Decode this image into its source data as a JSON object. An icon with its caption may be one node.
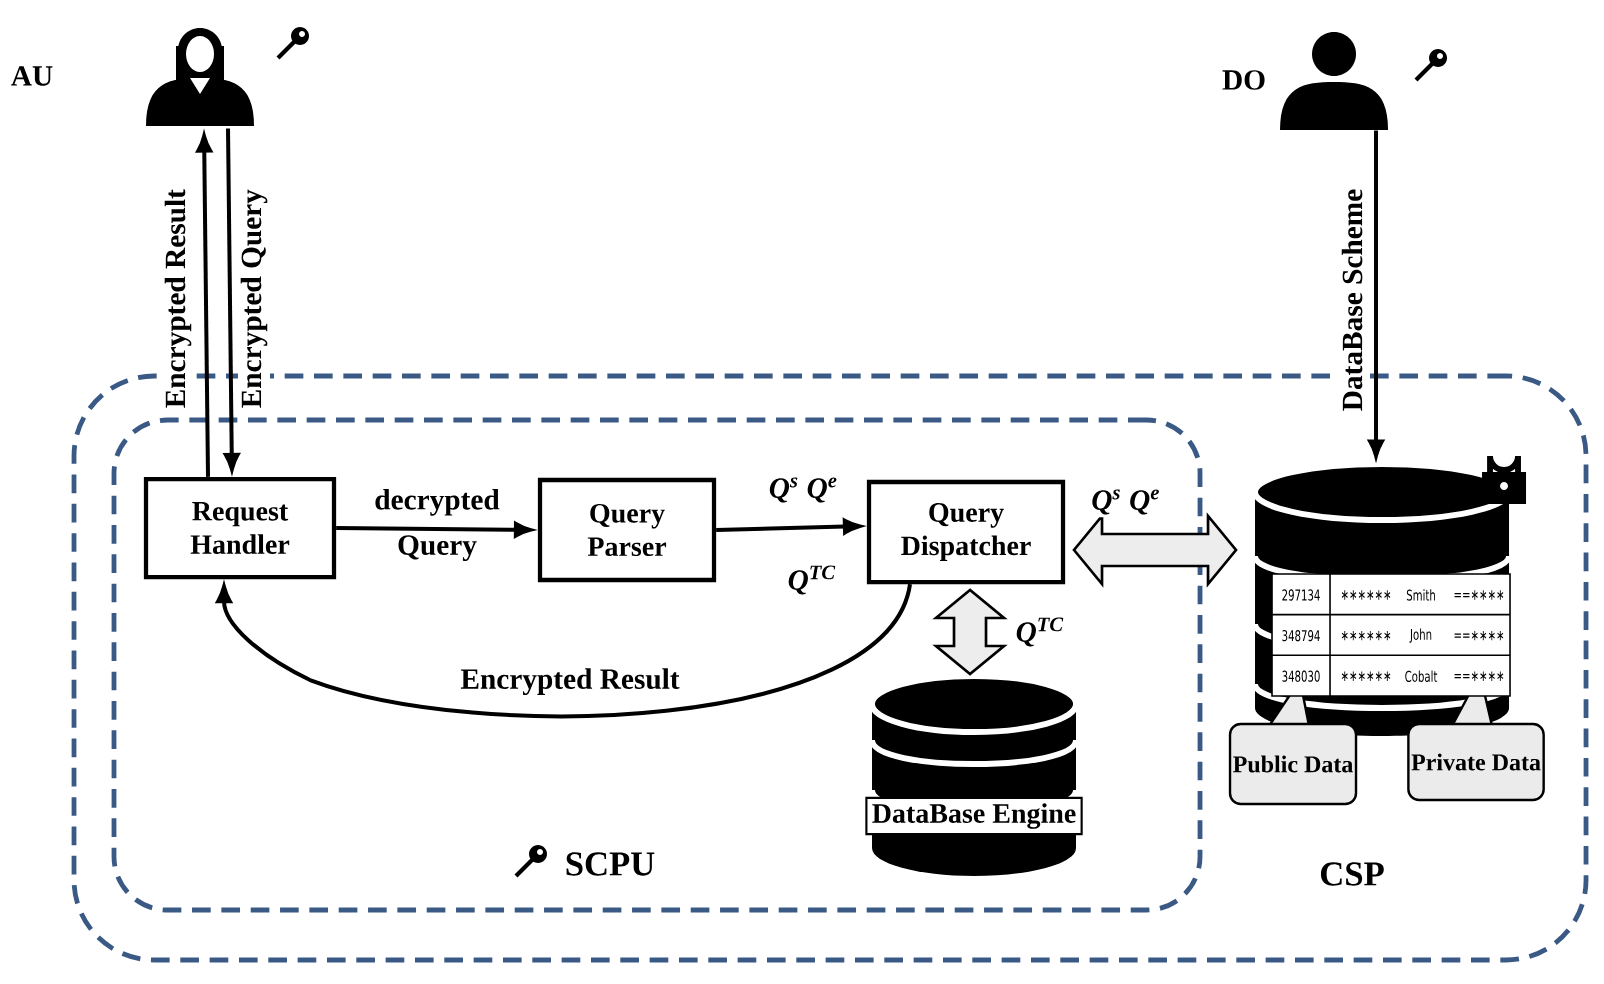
{
  "diagram": {
    "nodes": [
      {
        "text": [
          "CSP"
        ]
      },
      {
        "text": [
          "SCPU"
        ],
        "in": 0
      },
      {
        "text": [],
        "shape": "person",
        "beside": [
          "AU"
        ]
      },
      {
        "text": [],
        "shape": "person",
        "beside": [
          "DO"
        ]
      },
      {
        "text": [
          "Request Handler"
        ],
        "in": 1
      },
      {
        "text": [
          "Query Parser"
        ],
        "in": 1
      },
      {
        "text": [
          "Query Dispatcher"
        ],
        "in": 1
      },
      {
        "text": [
          "DataBase Engine"
        ],
        "in": 1
      },
      {
        "text": [],
        "shape": "cylinder",
        "in": 0
      },
      {
        "text": [
          "Public Data"
        ],
        "in": 0
      },
      {
        "text": [
          "Private Data"
        ],
        "in": 0
      }
    ],
    "edges": [
      {
        "from": 4,
        "to": 2,
        "arrow": "to",
        "label": "Encrypted Result"
      },
      {
        "from": 2,
        "to": 4,
        "arrow": "to",
        "label": "Encrypted Query"
      },
      {
        "from": 3,
        "to": 8,
        "arrow": "to",
        "label": "DataBase Scheme"
      },
      {
        "from": 4,
        "to": 5,
        "arrow": "to",
        "label": "decrypted Query"
      },
      {
        "from": 5,
        "to": 6,
        "arrow": "to",
        "label": "*Q*$^{s}$ *Q*$^{e}$"
      },
      {
        "from": 6,
        "to": 4,
        "arrow": "to",
        "label": "Encrypted Result"
      },
      {
        "from": 6,
        "to": 7,
        "arrow": "both",
        "style": "thick",
        "label": "*Q*$^{TC}$"
      },
      {
        "from": 6,
        "to": 8,
        "arrow": "both",
        "style": "thick",
        "label": "*Q*$^{s}$ *Q*$^{e}$"
      }
    ],
    "labels": [
      "*Q*$^{TC}$",
      "297134",
      "∗∗∗∗∗∗",
      "Smith",
      "==∗∗∗∗",
      "348794",
      "∗∗∗∗∗∗",
      "John",
      "==∗∗∗∗",
      "348030",
      "∗∗∗∗∗∗",
      "Cobalt",
      "==∗∗∗∗"
    ]
  }
}
